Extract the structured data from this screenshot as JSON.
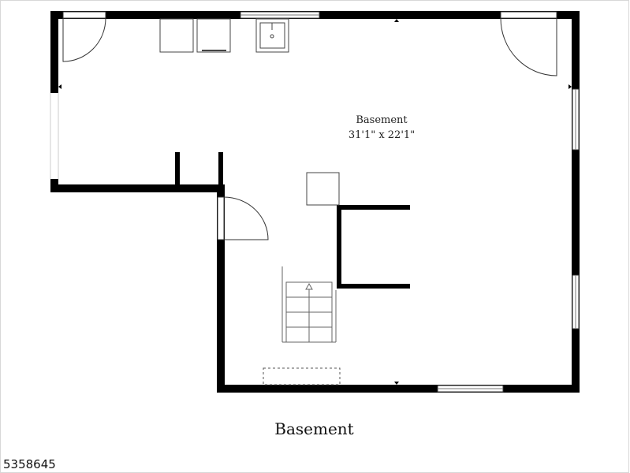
{
  "room": {
    "name": "Basement",
    "dimensions": "31'1\" x 22'1\""
  },
  "plan_title": "Basement",
  "listing_id": "5358645",
  "colors": {
    "wall": "#000000",
    "fixture_stroke": "#444444",
    "background": "#ffffff"
  }
}
